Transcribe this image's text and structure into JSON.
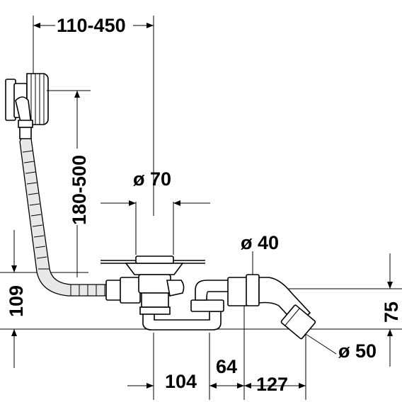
{
  "dimensions": {
    "overflow_offset": "110-450",
    "overflow_height": "180-500",
    "drain_diameter": "ø 70",
    "outlet_diameter": "ø 40",
    "connection_diameter": "ø 50",
    "trap_height": "109",
    "outlet_height": "75",
    "horizontal_a": "104",
    "horizontal_b": "64",
    "horizontal_c": "127"
  }
}
